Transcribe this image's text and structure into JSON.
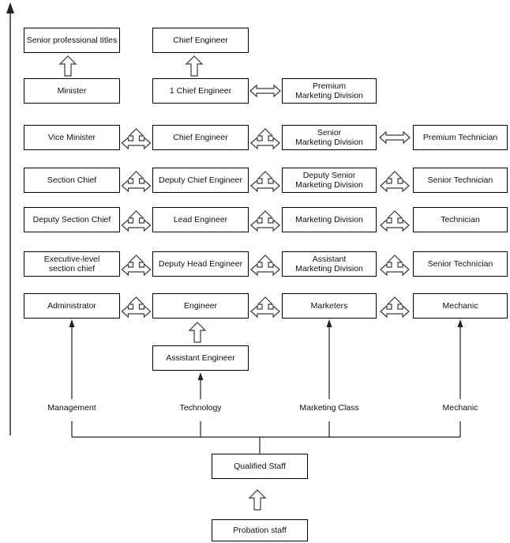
{
  "boxes": {
    "senior_professional_titles": {
      "l1": "Senior professional titles"
    },
    "chief_engineer_top": {
      "l1": "Chief Engineer"
    },
    "minister": {
      "l1": "Minister"
    },
    "first_chief_engineer": {
      "l1": "1 Chief Engineer"
    },
    "premium_marketing_division": {
      "l1": "Premium",
      "l2": "Marketing Division"
    },
    "vice_minister": {
      "l1": "Vice Minister"
    },
    "chief_engineer": {
      "l1": "Chief Engineer"
    },
    "senior_marketing_division": {
      "l1": "Senior",
      "l2": "Marketing Division"
    },
    "premium_technician": {
      "l1": "Premium Technician"
    },
    "section_chief": {
      "l1": "Section Chief"
    },
    "deputy_chief_engineer": {
      "l1": "Deputy Chief Engineer"
    },
    "deputy_senior_marketing_division": {
      "l1": "Deputy Senior",
      "l2": "Marketing Division"
    },
    "senior_technician_upper": {
      "l1": "Senior Technician"
    },
    "deputy_section_chief": {
      "l1": "Deputy Section Chief"
    },
    "lead_engineer": {
      "l1": "Lead Engineer"
    },
    "marketing_division": {
      "l1": "Marketing Division"
    },
    "technician": {
      "l1": "Technician"
    },
    "executive_level_section_chief": {
      "l1": "Executive-level",
      "l2": "section chief"
    },
    "deputy_head_engineer": {
      "l1": "Deputy Head Engineer"
    },
    "assistant_marketing_division": {
      "l1": "Assistant",
      "l2": "Marketing Division"
    },
    "senior_technician_lower": {
      "l1": "Senior Technician"
    },
    "administrator": {
      "l1": "Administrator"
    },
    "engineer": {
      "l1": "Engineer"
    },
    "marketers": {
      "l1": "Marketers"
    },
    "mechanic": {
      "l1": "Mechanic"
    },
    "assistant_engineer": {
      "l1": "Assistant Engineer"
    },
    "qualified_staff": {
      "l1": "Qualified Staff"
    },
    "probation_staff": {
      "l1": "Probation staff"
    }
  },
  "tracks": {
    "management": "Management",
    "technology": "Technology",
    "marketing_class": "Marketing Class",
    "mechanic": "Mechanic"
  },
  "icons": {
    "up_hollow_arrow": "promotion-up-arrow",
    "three_way_arrow": "promotion-and-transfer-arrow",
    "double_arrow": "transfer-arrow",
    "solid_up_arrow": "track-entry-arrow",
    "axis_arrow": "seniority-axis-arrow"
  },
  "colors": {
    "background": "#ffffff",
    "box_border": "#000000",
    "text": "#111111",
    "arrow_outline": "#3a3a3a",
    "line": "#222222"
  }
}
